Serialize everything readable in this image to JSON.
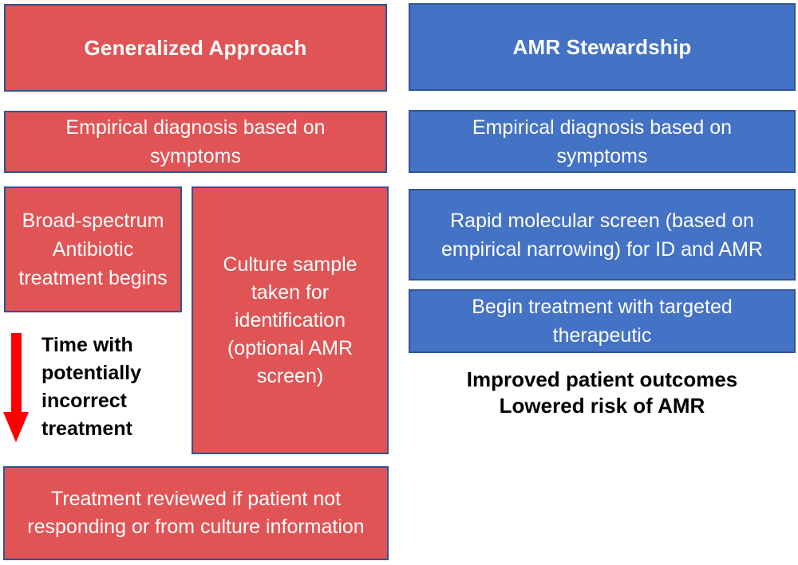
{
  "diagram": {
    "left_column": {
      "header": "Generalized Approach",
      "empirical": "Empirical diagnosis based on symptoms",
      "broad_spectrum": "Broad-spectrum Antibiotic treatment begins",
      "culture": "Culture sample taken for identification (optional AMR screen)",
      "time_label": "Time with potentially incorrect treatment",
      "review": "Treatment reviewed if patient not responding or from culture information"
    },
    "right_column": {
      "header": "AMR Stewardship",
      "empirical": "Empirical diagnosis based on symptoms",
      "rapid_screen": "Rapid molecular screen (based on empirical narrowing) for ID and AMR",
      "targeted": "Begin treatment with targeted therapeutic",
      "outcome_line1": "Improved patient outcomes",
      "outcome_line2": "Lowered risk of AMR"
    },
    "icons": {
      "down_arrow": "red-down-arrow-icon"
    },
    "colors": {
      "red_fill": "#E05456",
      "blue_fill": "#4472C4",
      "red_box_border": "#31538F",
      "blue_box_border": "#2F5597",
      "arrow_red": "#FF0000",
      "text_light": "#FFFFFF",
      "text_dark": "#000000",
      "background": "#FFFFFF"
    }
  }
}
